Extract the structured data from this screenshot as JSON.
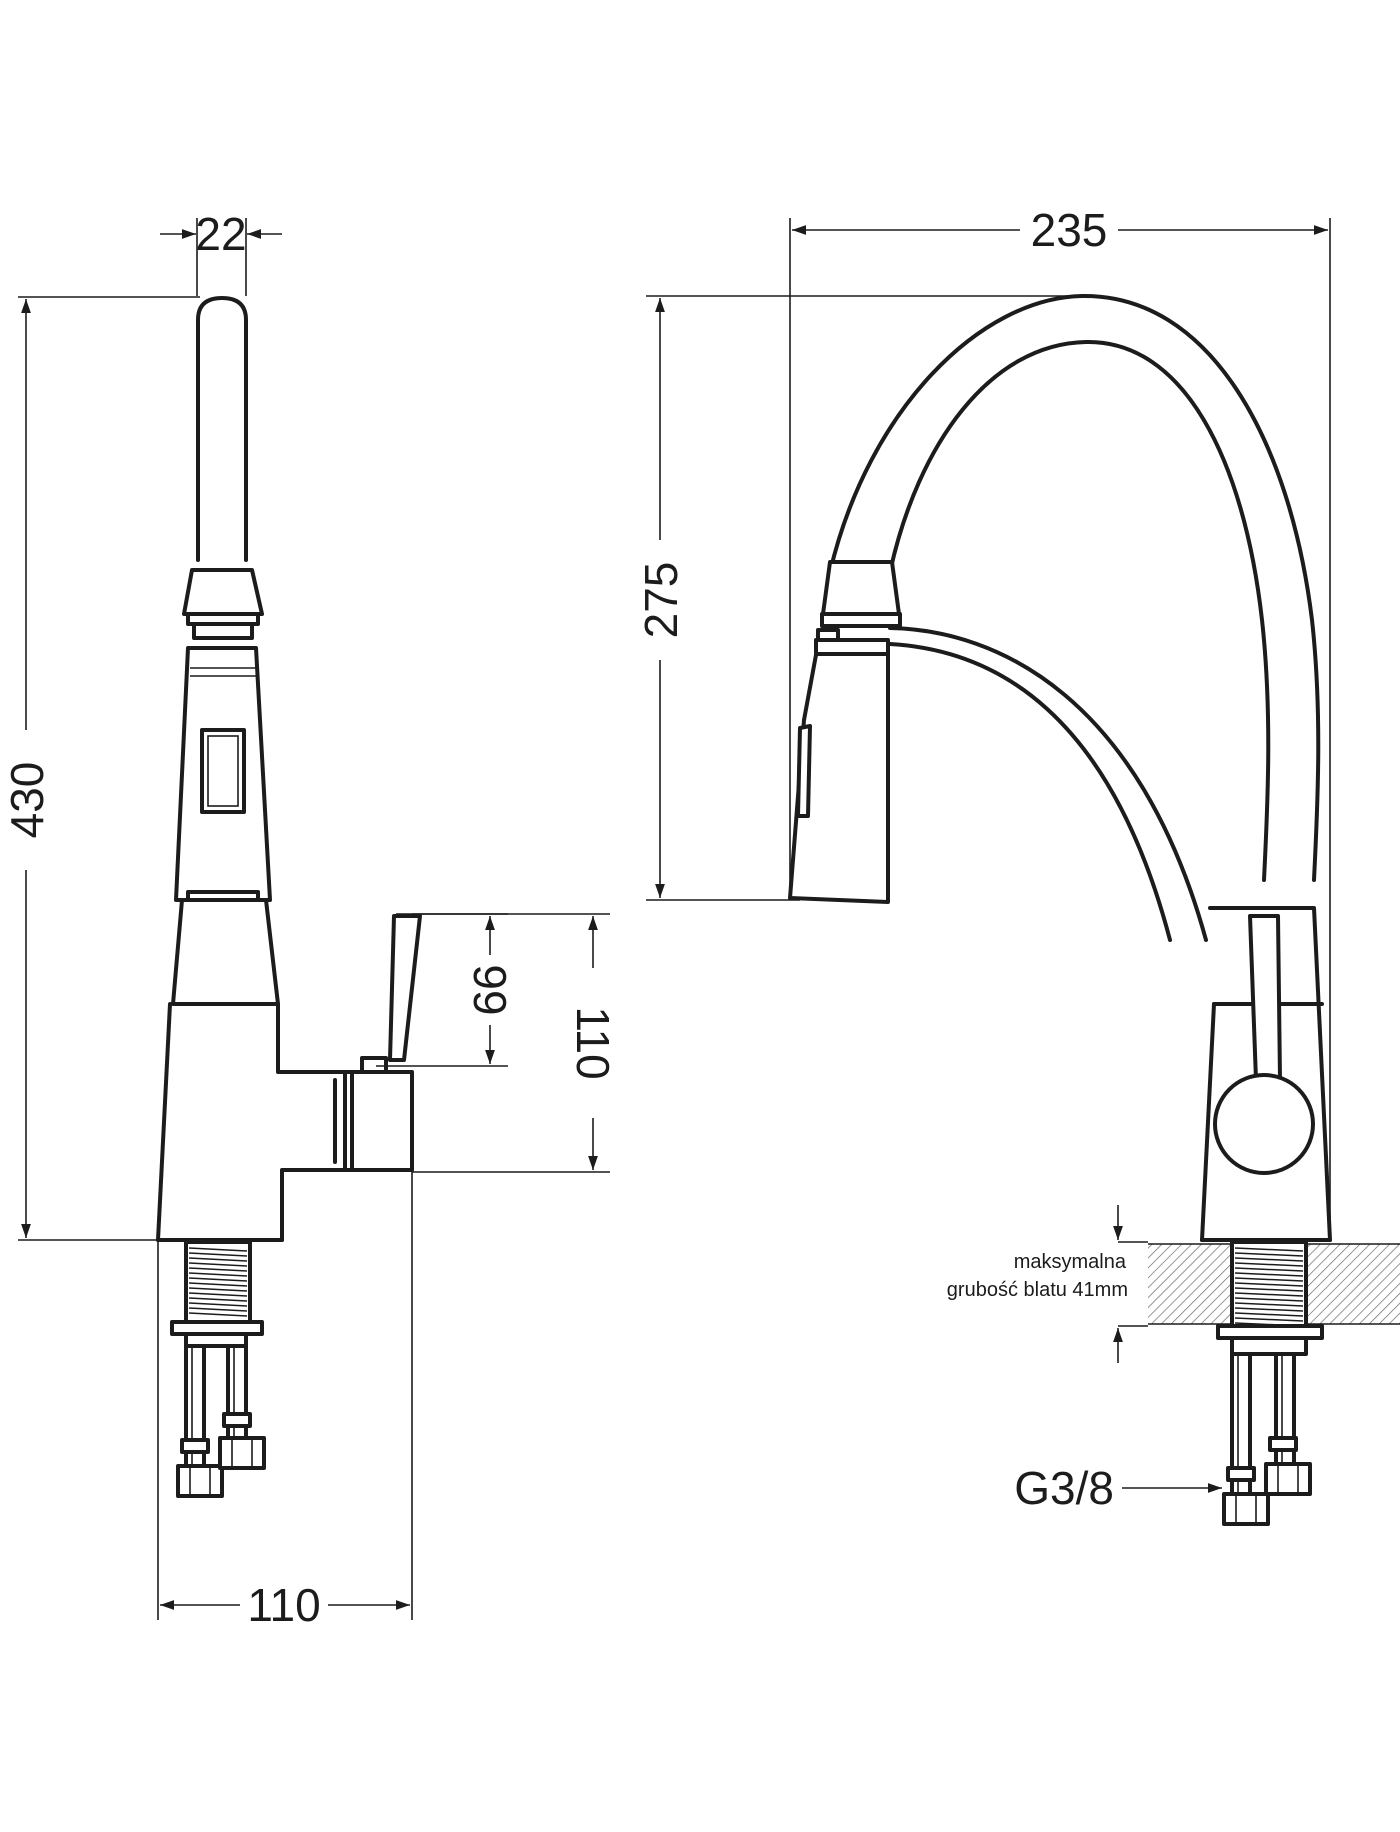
{
  "dimensions": {
    "pipe_width": "22",
    "total_height": "430",
    "lever_height": "99",
    "lever_total": "110",
    "base_width": "110",
    "reach": "235",
    "spout_height": "275"
  },
  "labels": {
    "note_line1": "maksymalna",
    "note_line2": "grubość blatu 41mm",
    "thread_size": "G3/8"
  }
}
